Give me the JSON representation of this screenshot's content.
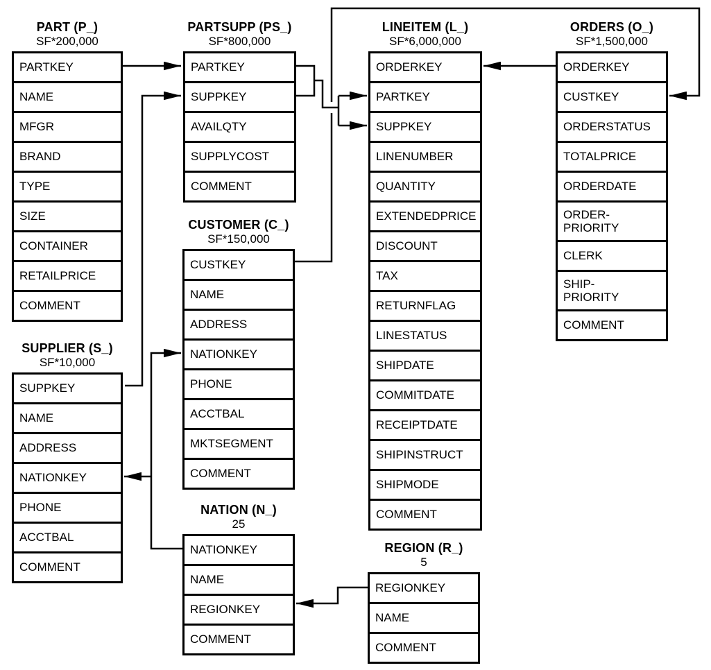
{
  "diagram": {
    "kind": "database-schema",
    "background_color": "#ffffff",
    "line_color": "#000000",
    "text_color": "#000000"
  },
  "tables": [
    {
      "id": "part",
      "title": "PART (P_)",
      "cardinality": "SF*200,000",
      "columns": [
        "PARTKEY",
        "NAME",
        "MFGR",
        "BRAND",
        "TYPE",
        "SIZE",
        "CONTAINER",
        "RETAILPRICE",
        "COMMENT"
      ]
    },
    {
      "id": "partsupp",
      "title": "PARTSUPP (PS_)",
      "cardinality": "SF*800,000",
      "columns": [
        "PARTKEY",
        "SUPPKEY",
        "AVAILQTY",
        "SUPPLYCOST",
        "COMMENT"
      ]
    },
    {
      "id": "lineitem",
      "title": "LINEITEM (L_)",
      "cardinality": "SF*6,000,000",
      "columns": [
        "ORDERKEY",
        "PARTKEY",
        "SUPPKEY",
        "LINENUMBER",
        "QUANTITY",
        "EXTENDEDPRICE",
        "DISCOUNT",
        "TAX",
        "RETURNFLAG",
        "LINESTATUS",
        "SHIPDATE",
        "COMMITDATE",
        "RECEIPTDATE",
        "SHIPINSTRUCT",
        "SHIPMODE",
        "COMMENT"
      ]
    },
    {
      "id": "orders",
      "title": "ORDERS (O_)",
      "cardinality": "SF*1,500,000",
      "columns": [
        "ORDERKEY",
        "CUSTKEY",
        "ORDERSTATUS",
        "TOTALPRICE",
        "ORDERDATE",
        "ORDER-\nPRIORITY",
        "CLERK",
        "SHIP-\nPRIORITY",
        "COMMENT"
      ]
    },
    {
      "id": "customer",
      "title": "CUSTOMER (C_)",
      "cardinality": "SF*150,000",
      "columns": [
        "CUSTKEY",
        "NAME",
        "ADDRESS",
        "NATIONKEY",
        "PHONE",
        "ACCTBAL",
        "MKTSEGMENT",
        "COMMENT"
      ]
    },
    {
      "id": "supplier",
      "title": "SUPPLIER (S_)",
      "cardinality": "SF*10,000",
      "columns": [
        "SUPPKEY",
        "NAME",
        "ADDRESS",
        "NATIONKEY",
        "PHONE",
        "ACCTBAL",
        "COMMENT"
      ]
    },
    {
      "id": "nation",
      "title": "NATION (N_)",
      "cardinality": "25",
      "columns": [
        "NATIONKEY",
        "NAME",
        "REGIONKEY",
        "COMMENT"
      ]
    },
    {
      "id": "region",
      "title": "REGION (R_)",
      "cardinality": "5",
      "columns": [
        "REGIONKEY",
        "NAME",
        "COMMENT"
      ]
    }
  ],
  "relationships": [
    {
      "from": "PART.PARTKEY",
      "to": "PARTSUPP.PARTKEY"
    },
    {
      "from": "SUPPLIER.SUPPKEY",
      "to": "PARTSUPP.SUPPKEY"
    },
    {
      "from": "PARTSUPP.PARTKEY",
      "to": "LINEITEM.PARTKEY"
    },
    {
      "from": "PARTSUPP.SUPPKEY",
      "to": "LINEITEM.SUPPKEY"
    },
    {
      "from": "ORDERS.ORDERKEY",
      "to": "LINEITEM.ORDERKEY"
    },
    {
      "from": "CUSTOMER.CUSTKEY",
      "to": "ORDERS.CUSTKEY"
    },
    {
      "from": "NATION.NATIONKEY",
      "to": "CUSTOMER.NATIONKEY"
    },
    {
      "from": "NATION.NATIONKEY",
      "to": "SUPPLIER.NATIONKEY"
    },
    {
      "from": "REGION.REGIONKEY",
      "to": "NATION.REGIONKEY"
    }
  ]
}
